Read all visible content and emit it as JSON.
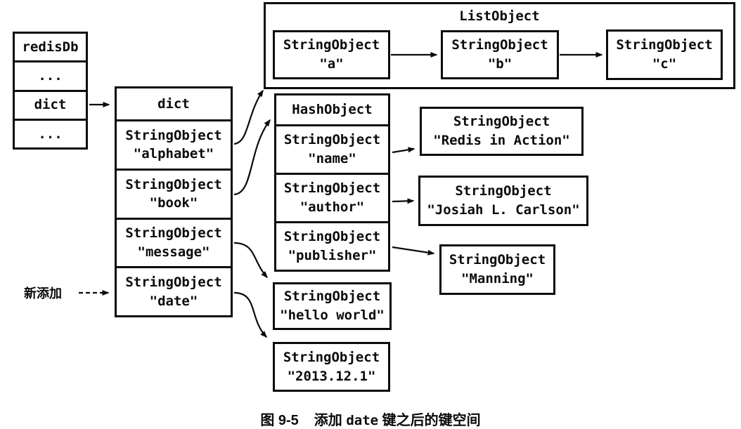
{
  "figure": {
    "background": "#ffffff",
    "line_color": "#0b0b0b"
  },
  "redisdb_table": {
    "rows": [
      "redisDb",
      "...",
      "dict",
      "..."
    ]
  },
  "dict_table": {
    "header": "dict",
    "rows": [
      {
        "type": "StringObject",
        "value": "\"alphabet\""
      },
      {
        "type": "StringObject",
        "value": "\"book\""
      },
      {
        "type": "StringObject",
        "value": "\"message\""
      },
      {
        "type": "StringObject",
        "value": "\"date\""
      }
    ]
  },
  "list_object": {
    "title": "ListObject",
    "items": [
      {
        "type": "StringObject",
        "value": "\"a\""
      },
      {
        "type": "StringObject",
        "value": "\"b\""
      },
      {
        "type": "StringObject",
        "value": "\"c\""
      }
    ]
  },
  "hash_object": {
    "header": "HashObject",
    "fields": [
      {
        "type": "StringObject",
        "value": "\"name\""
      },
      {
        "type": "StringObject",
        "value": "\"author\""
      },
      {
        "type": "StringObject",
        "value": "\"publisher\""
      }
    ]
  },
  "value_boxes": {
    "name_value": {
      "type": "StringObject",
      "value": "\"Redis in Action\""
    },
    "author_value": {
      "type": "StringObject",
      "value": "\"Josiah L. Carlson\""
    },
    "publisher_value": {
      "type": "StringObject",
      "value": "\"Manning\""
    },
    "message_value": {
      "type": "StringObject",
      "value": "\"hello world\""
    },
    "date_value": {
      "type": "StringObject",
      "value": "\"2013.12.1\""
    }
  },
  "annotations": {
    "new_key_label": "新添加"
  },
  "caption": {
    "figure_no": "图 9-5",
    "text_pre": "添加 ",
    "key_name": "date",
    "text_post": " 键之后的键空间"
  }
}
